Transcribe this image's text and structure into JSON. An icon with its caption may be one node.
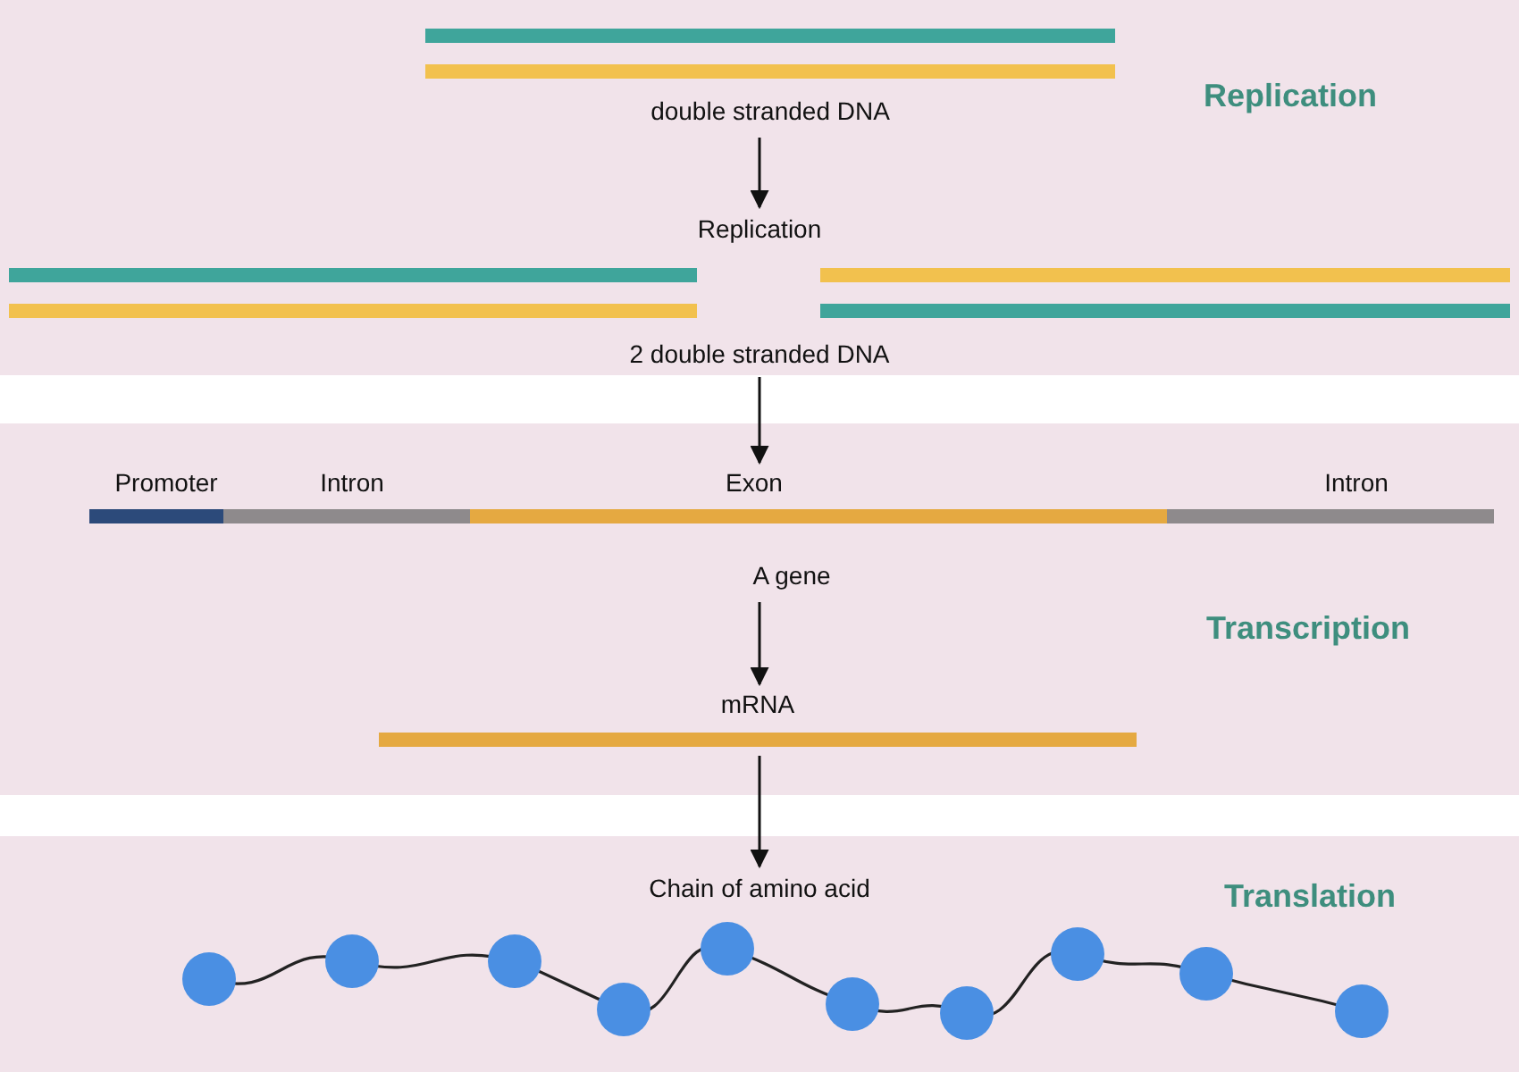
{
  "diagram": {
    "nodes": [
      {
        "text": [
          "Replication"
        ]
      },
      {
        "text": [
          "double stranded DNA"
        ],
        "in": 0
      },
      {
        "text": [
          "Replication"
        ],
        "in": 0
      },
      {
        "text": [
          "2 double stranded DNA"
        ],
        "in": 0
      },
      {
        "text": [
          "Transcription"
        ]
      },
      {
        "text": [
          "A gene"
        ],
        "in": 4,
        "beside": [
          "Promoter",
          "Intron",
          "Exon",
          "Intron"
        ]
      },
      {
        "text": [
          "mRNA"
        ],
        "in": 4
      },
      {
        "text": [
          "Translation"
        ]
      },
      {
        "text": [
          "Chain of amino acid"
        ],
        "in": 7
      }
    ],
    "edges": [
      {
        "from": 1,
        "to": 2,
        "arrow": "to"
      },
      {
        "from": 3,
        "to": 5,
        "arrow": "to"
      },
      {
        "from": 5,
        "to": 6,
        "arrow": "to"
      },
      {
        "from": 6,
        "to": 8,
        "arrow": "to"
      }
    ]
  }
}
